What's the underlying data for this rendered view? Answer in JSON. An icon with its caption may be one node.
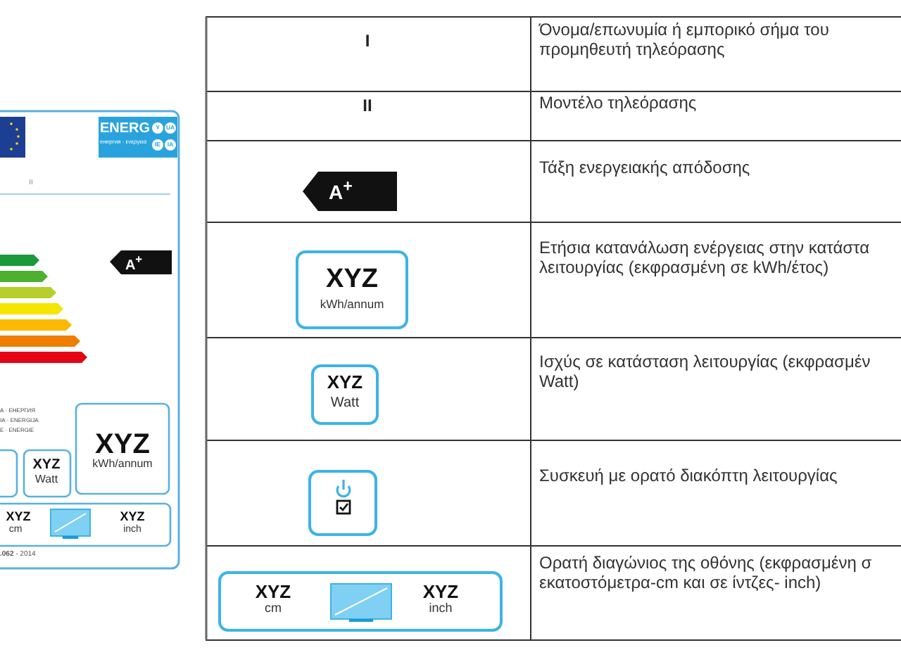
{
  "diagram": {
    "labels": [
      "ENERG",
      "енергия · ενεργεια",
      "Y",
      "UA",
      "IE",
      "IA",
      "II",
      "A$^{+}$",
      "А · ЕНЕРГИЯ",
      "ІА · ENERGIJA",
      "Е · ENERGIE",
      "XYZ",
      "kWh/annum",
      "XYZ",
      "Watt",
      "XYZ",
      "cm",
      "XYZ",
      "inch",
      "**.062** - 2014",
      "I",
      "Όνομα/επωνυμία ή εμπορικό σήμα του προμηθευτή τηλεόρασης",
      "II",
      "Μοντέλο τηλεόρασης",
      "A$^{+}$",
      "Τάξη ενεργειακής απόδοσης",
      "XYZ",
      "kWh/annum",
      "Ετήσια κατανάλωση ενέργειας στην κατάστα λειτουργίας (εκφρασμένη σε kWh/έτος)",
      "XYZ",
      "Watt",
      "Ισχύς σε κατάσταση λειτουργίας (εκφρασμέν Watt)",
      "Συσκευή με ορατό διακόπτη λειτουργίας",
      "XYZ",
      "cm",
      "XYZ",
      "inch",
      "Ορατή διαγώνιος της οθόνης (εκφρασμένη σ εκατοστόμετρα-cm και σε ίντζες- inch)"
    ]
  }
}
